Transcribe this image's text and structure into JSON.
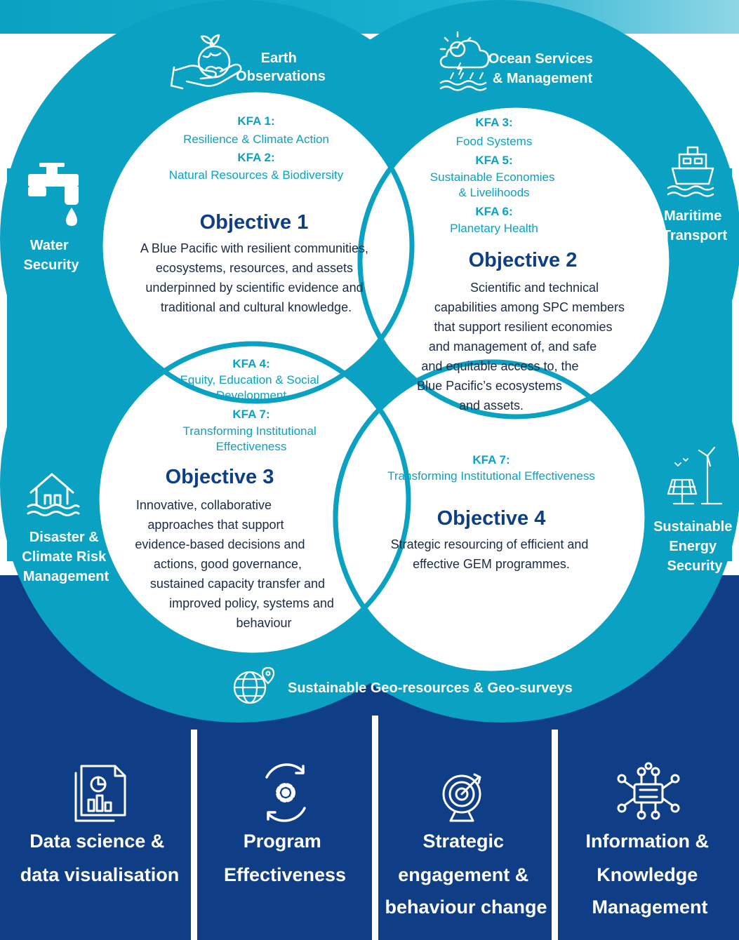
{
  "colors": {
    "teal": "#0aa1c2",
    "teal_light": "#4fc3dc",
    "navy": "#103e86",
    "navy_dark": "#0d3f86",
    "white": "#ffffff"
  },
  "ring": {
    "earth_observations": {
      "icon": "hand-globe-icon",
      "lines": [
        "Earth",
        "Observations"
      ]
    },
    "ocean_services": {
      "icon": "weather-cloud-icon",
      "lines": [
        "Ocean Services",
        "& Management"
      ]
    },
    "water_security": {
      "icon": "water-tap-icon",
      "lines": [
        "Water",
        "Security"
      ]
    },
    "maritime_transport": {
      "icon": "ship-icon",
      "lines": [
        "Maritime",
        "Transport"
      ]
    },
    "disaster_risk": {
      "icon": "flooded-house-icon",
      "lines": [
        "Disaster &",
        "Climate Risk",
        "Management"
      ]
    },
    "energy_security": {
      "icon": "solar-wind-icon",
      "lines": [
        "Sustainable",
        "Energy",
        "Security"
      ]
    },
    "georesources": {
      "icon": "globe-pin-icon",
      "label": "Sustainable Geo-resources & Geo-surveys"
    }
  },
  "objectives": [
    {
      "kfas": [
        {
          "heading": "KFA 1:",
          "lines": [
            "Resilience & Climate Action"
          ]
        },
        {
          "heading": "KFA 2:",
          "lines": [
            "Natural Resources & Biodiversity"
          ]
        }
      ],
      "title": "Objective 1",
      "body": [
        "A Blue Pacific with resilient communities,",
        "ecosystems, resources, and assets",
        "underpinned by scientific evidence and",
        "traditional and cultural knowledge."
      ]
    },
    {
      "kfas": [
        {
          "heading": "KFA 3:",
          "lines": [
            "Food Systems"
          ]
        },
        {
          "heading": "KFA 5:",
          "lines": [
            "Sustainable Economies",
            "& Livelihoods"
          ]
        },
        {
          "heading": "KFA 6:",
          "lines": [
            "Planetary Health"
          ]
        }
      ],
      "title": "Objective 2",
      "body": [
        "Scientific and technical",
        "capabilities among SPC members",
        "that support resilient economies",
        "and management of, and safe",
        "and equitable access to, the",
        "Blue Pacific’s ecosystems",
        "and assets."
      ]
    },
    {
      "kfas": [
        {
          "heading": "KFA 4:",
          "lines": [
            "Equity, Education & Social",
            "Development"
          ]
        },
        {
          "heading": "KFA 7:",
          "lines": [
            "Transforming Institutional",
            "Effectiveness"
          ]
        }
      ],
      "title": "Objective 3",
      "body": [
        "Innovative, collaborative",
        "approaches that support",
        "evidence-based decisions and",
        "actions, good governance,",
        "sustained capacity transfer and",
        "improved policy, systems and",
        "behaviour"
      ]
    },
    {
      "kfas": [
        {
          "heading": "KFA 7:",
          "lines": [
            "Transforming Institutional Effectiveness"
          ]
        }
      ],
      "title": "Objective 4",
      "body": [
        "Strategic resourcing of efficient and",
        "effective GEM programmes."
      ]
    }
  ],
  "pillars": [
    {
      "icon": "data-report-icon",
      "lines": [
        "Data science &",
        "data visualisation"
      ]
    },
    {
      "icon": "gear-cycle-icon",
      "lines": [
        "Program",
        "Effectiveness"
      ]
    },
    {
      "icon": "target-icon",
      "lines": [
        "Strategic",
        "engagement &",
        "behaviour change"
      ]
    },
    {
      "icon": "network-chip-icon",
      "lines": [
        "Information &",
        "Knowledge",
        "Management"
      ]
    }
  ]
}
